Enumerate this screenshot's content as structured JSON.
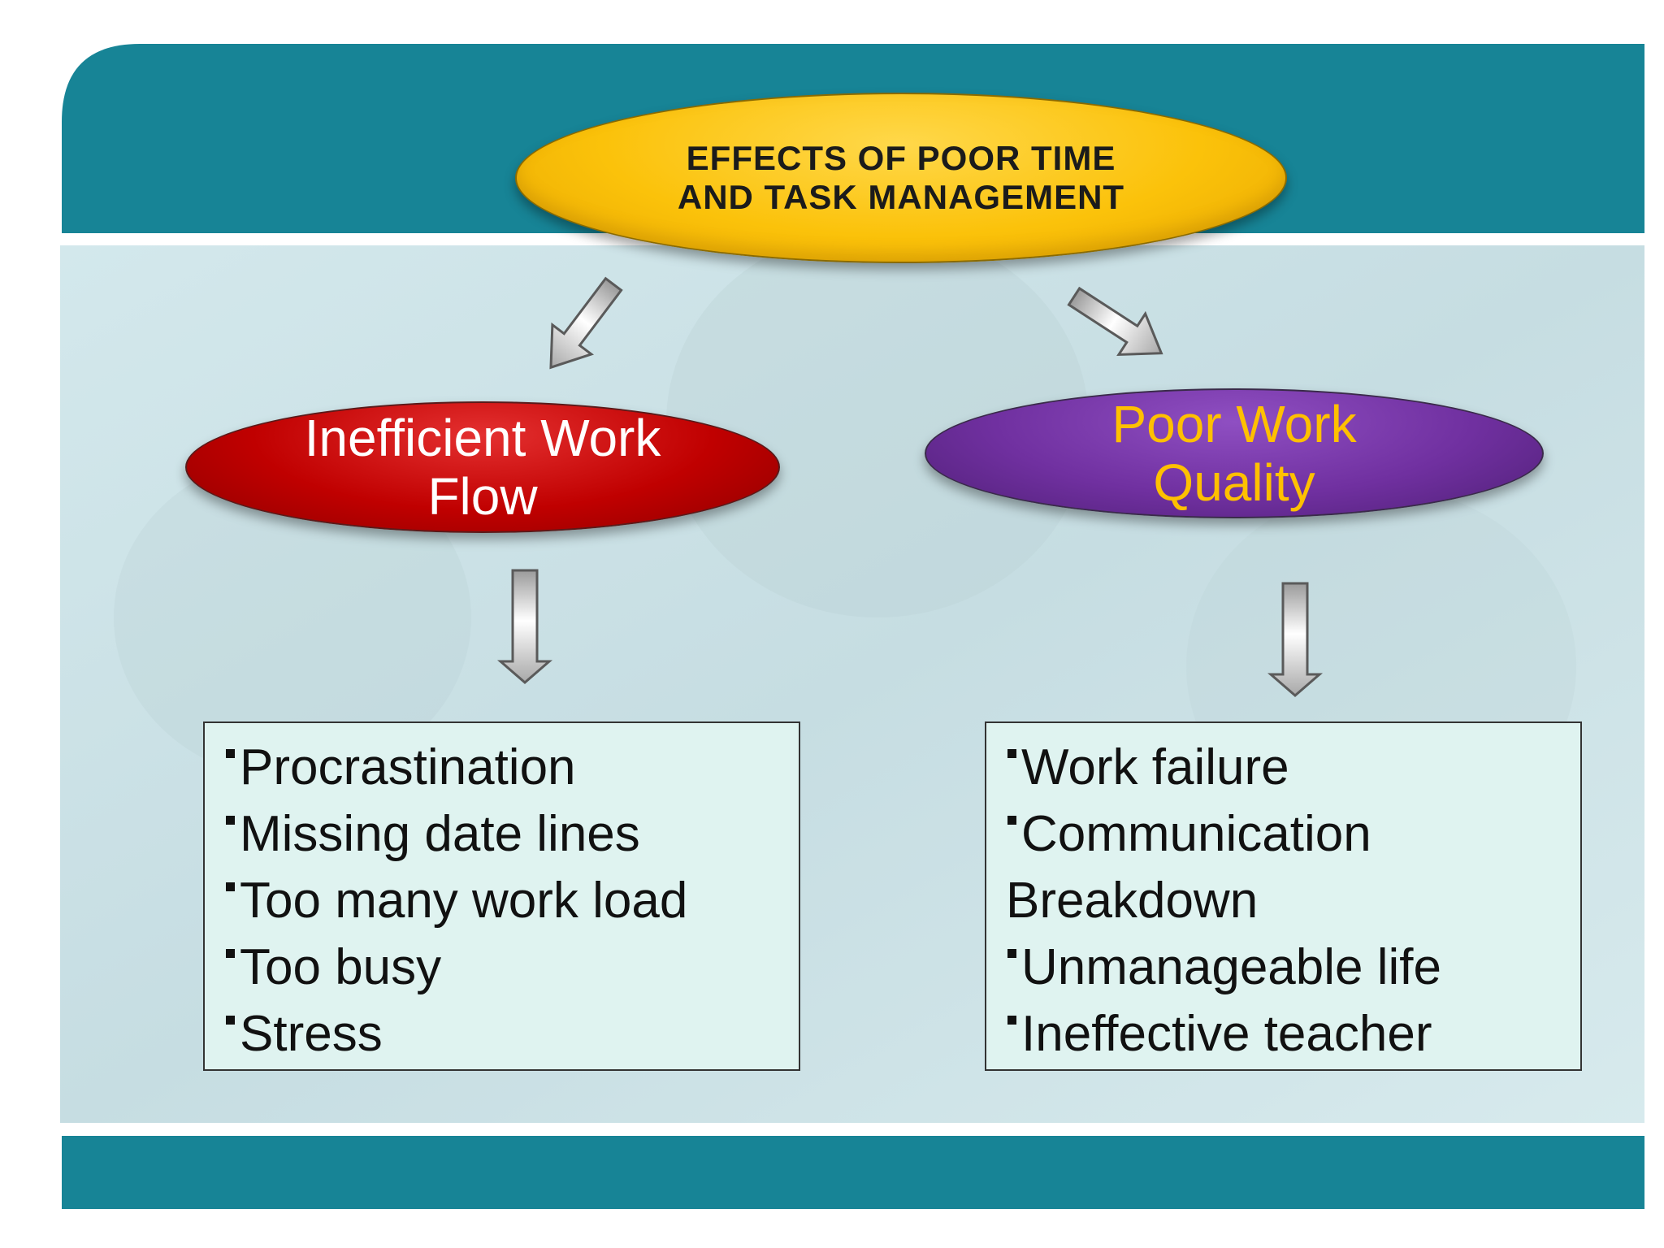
{
  "colors": {
    "teal_band": "#178496",
    "panel": "#cfe4e8",
    "main_oval": "#fbc20a",
    "left_oval": "#c00000",
    "right_oval": "#7030a0",
    "right_oval_text": "#ffc000",
    "box_fill": "#dff3f0"
  },
  "diagram": {
    "title_lines": [
      "EFFECTS OF POOR TIME",
      "AND TASK MANAGEMENT"
    ],
    "left_branch": {
      "label_lines": [
        "Inefficient Work",
        "Flow"
      ],
      "items": [
        "Procrastination",
        "Missing date lines",
        "Too many work load",
        "Too busy",
        "Stress"
      ]
    },
    "right_branch": {
      "label_lines": [
        "Poor Work",
        "Quality"
      ],
      "items": [
        "Work failure",
        "Communication",
        "Breakdown",
        "Unmanageable life",
        "Ineffective teacher"
      ]
    }
  },
  "icons": {
    "arrow_1": "arrow-down-left-icon",
    "arrow_2": "arrow-down-right-icon",
    "arrow_3": "arrow-down-icon",
    "arrow_4": "arrow-down-icon"
  }
}
